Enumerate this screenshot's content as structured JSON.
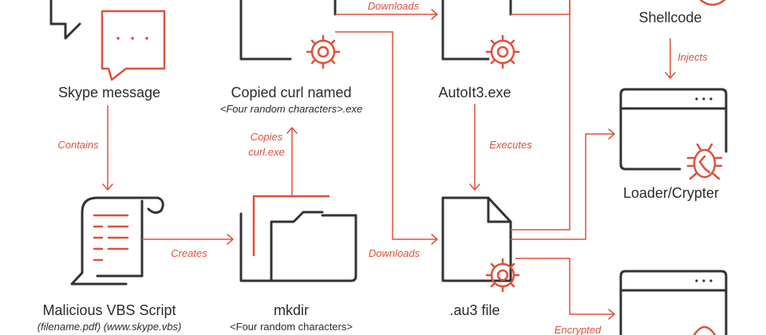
{
  "nodes": {
    "skype": {
      "label": "Skype message"
    },
    "curl": {
      "label": "Copied curl named",
      "sublabel": "<Four random characters>.exe"
    },
    "autoit": {
      "label": "AutoIt3.exe"
    },
    "shellcode": {
      "label": "Shellcode"
    },
    "loader": {
      "label": "Loader/Crypter"
    },
    "vbs": {
      "label": "Malicious VBS Script",
      "sublabel": "(filename.pdf) (www.skype.vbs)"
    },
    "mkdir": {
      "label": "mkdir",
      "sublabel": "<Four random characters>"
    },
    "au3": {
      "label": ".au3 file"
    }
  },
  "edges": {
    "downloads_top": "Downloads",
    "injects": "Injects",
    "contains": "Contains",
    "copies_line1": "Copies",
    "copies_line2": "curl.exe",
    "executes": "Executes",
    "creates": "Creates",
    "downloads_bottom": "Downloads",
    "encrypted": "Encrypted"
  },
  "colors": {
    "accent": "#e0503a",
    "ink": "#333333"
  }
}
